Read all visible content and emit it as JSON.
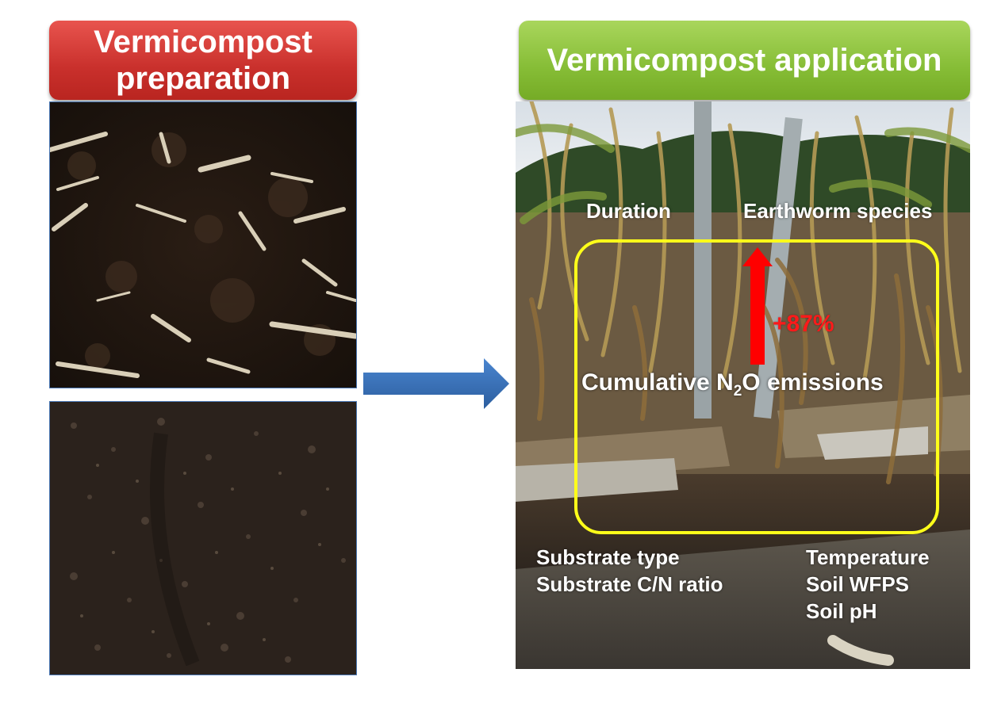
{
  "left_panel": {
    "title": "Vermicompost preparation"
  },
  "right_panel": {
    "title": "Vermicompost application",
    "factor_top_left": "Duration",
    "factor_top_right": "Earthworm species",
    "increase_label": "+87%",
    "emissions_prefix": "Cumulative N",
    "emissions_subscript": "2",
    "emissions_suffix": "O emissions",
    "factors_bottom_left": [
      "Substrate type",
      "Substrate C/N ratio"
    ],
    "factors_bottom_right": [
      "Temperature",
      "Soil WFPS",
      "Soil pH"
    ]
  },
  "colors": {
    "left_banner": "#c9302c",
    "right_banner": "#86bd36",
    "flow_arrow": "#3a6fb7",
    "highlight_box": "#ffff1a",
    "increase_arrow": "#ff0000"
  },
  "icons": {
    "flow_arrow": "right-arrow-icon",
    "increase_arrow": "up-arrow-icon"
  }
}
